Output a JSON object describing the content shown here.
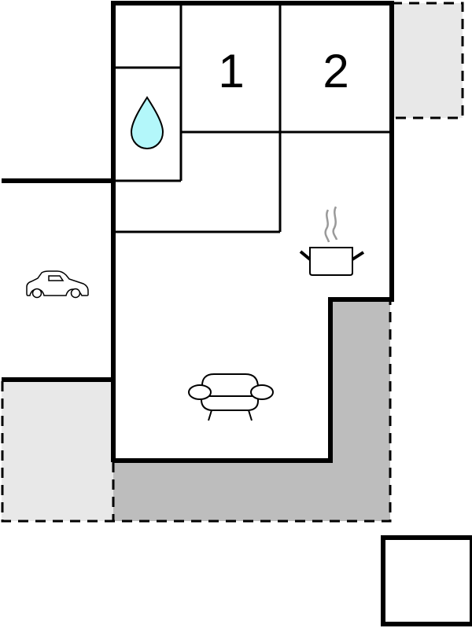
{
  "floorplan": {
    "colors": {
      "wall": "#000000",
      "terrace_light": "#e8e8e8",
      "terrace_dark": "#bdbdbd",
      "water_drop": "#b3f7fa",
      "steam": "#9a9a9a",
      "background": "#ffffff"
    },
    "rooms": [
      {
        "id": "bedroom-1",
        "label": "1"
      },
      {
        "id": "bedroom-2",
        "label": "2"
      }
    ],
    "icons": [
      {
        "name": "water-drop-icon",
        "meaning": "bathroom"
      },
      {
        "name": "cooking-pot-icon",
        "meaning": "kitchen"
      },
      {
        "name": "car-icon",
        "meaning": "parking"
      },
      {
        "name": "sofa-icon",
        "meaning": "living room"
      }
    ],
    "areas": [
      {
        "name": "terrace-top-right",
        "style": "dashed light grey"
      },
      {
        "name": "terrace-bottom-left",
        "style": "dashed light grey"
      },
      {
        "name": "terrace-bottom",
        "style": "dashed dark grey"
      },
      {
        "name": "outbuilding",
        "style": "solid outline square"
      }
    ]
  }
}
